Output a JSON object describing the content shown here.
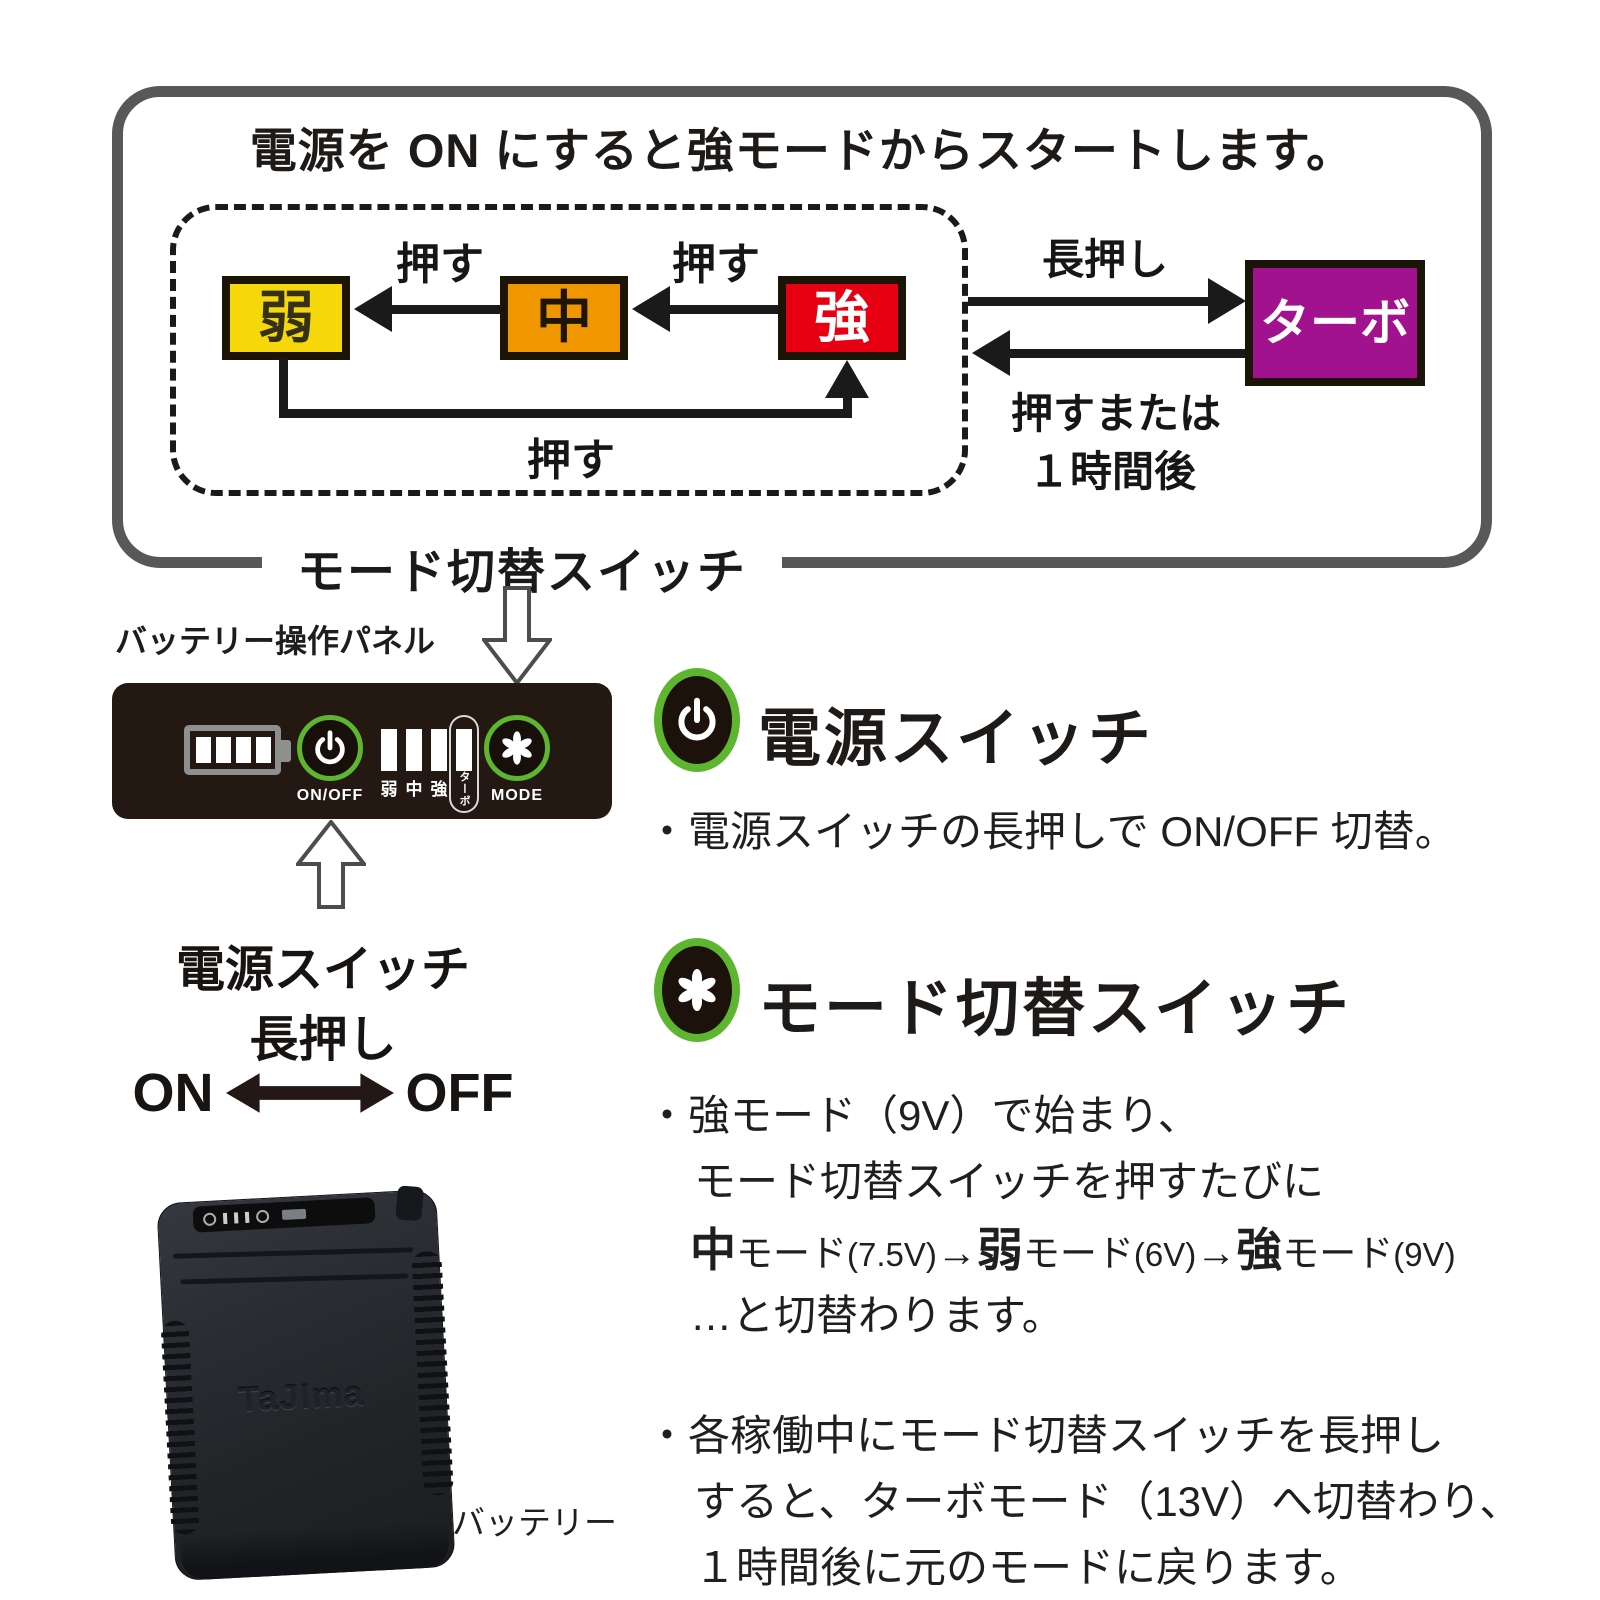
{
  "colors": {
    "frame_gray": "#58585a",
    "accent_green": "#5eb52f",
    "mode_weak": "#f6d80a",
    "mode_mid": "#f09600",
    "mode_strong": "#e60012",
    "mode_turbo": "#a2118e",
    "panel_bg": "#231912"
  },
  "diagram": {
    "title": "電源を ON にすると強モードからスタートします。",
    "switch_label": "モード切替スイッチ",
    "press": "押す",
    "long_press": "長押し",
    "press_or": "押すまたは",
    "after_one_hour": "１時間後",
    "modes": [
      {
        "label": "弱"
      },
      {
        "label": "中"
      },
      {
        "label": "強"
      },
      {
        "label": "ターボ"
      }
    ]
  },
  "panel": {
    "caption": "バッテリー操作パネル",
    "power_button_label": "ON/OFF",
    "mode_button_label": "MODE",
    "indicator_labels": [
      "弱",
      "中",
      "強",
      "ターボ"
    ]
  },
  "power_hint": {
    "line1": "電源スイッチ",
    "line2": "長押し",
    "on": "ON",
    "off": "OFF"
  },
  "battery": {
    "logo": "TaJIma",
    "caption": "バッテリー"
  },
  "sections": {
    "power": {
      "heading": "電源スイッチ",
      "bullet": "・電源スイッチの長押しで ON/OFF 切替。"
    },
    "mode": {
      "heading": "モード切替スイッチ",
      "bullet1": {
        "l1": "・強モード（9V）で始まり、",
        "l2": "モード切替スイッチを押すたびに",
        "l3_parts": [
          "中",
          "モード",
          "(7.5V)",
          "→",
          "弱",
          "モード",
          "(6V)",
          "→",
          "強",
          "モード",
          "(9V)"
        ],
        "l4": "…と切替わります。"
      },
      "bullet2": {
        "l1": "・各稼働中にモード切替スイッチを長押し",
        "l2": "すると、ターボモード（13V）へ切替わり、",
        "l3": "１時間後に元のモードに戻ります。"
      }
    }
  }
}
